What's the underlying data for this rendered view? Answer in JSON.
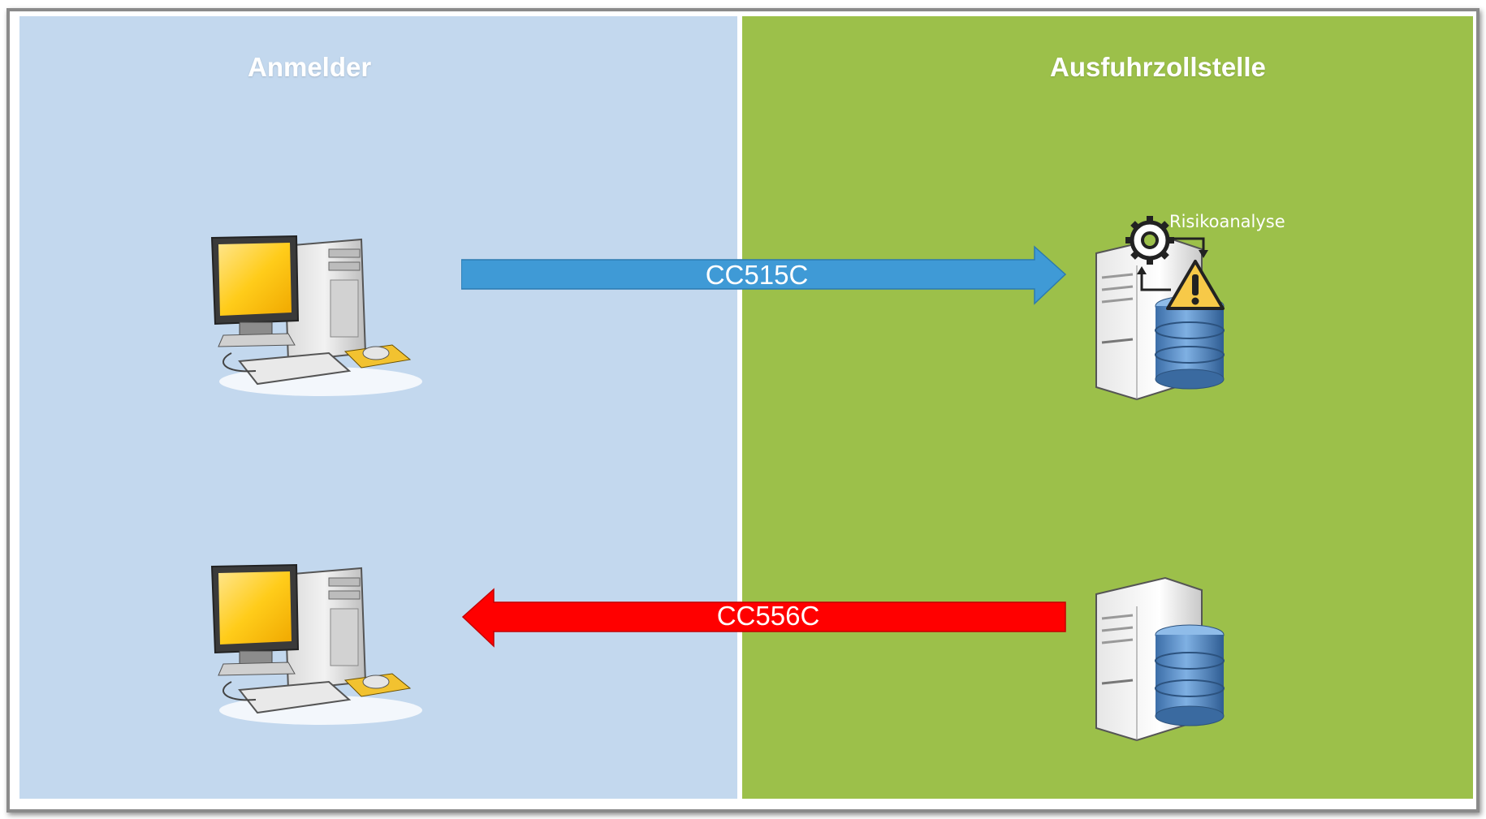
{
  "lanes": {
    "left_title": "Anmelder",
    "right_title": "Ausfuhrzollstelle"
  },
  "messages": [
    {
      "label": "CC515C",
      "direction": "to-right",
      "color": "#3f9ad6"
    },
    {
      "label": "CC556C",
      "direction": "to-left",
      "color": "#ff0000"
    }
  ],
  "annotations": {
    "risk": "Risikoanalyse"
  },
  "colors": {
    "left_lane": "#c3d8ee",
    "right_lane": "#9cc04a"
  },
  "icons": [
    "desktop-computer-icon",
    "server-database-icon",
    "gear-icon",
    "warning-icon"
  ]
}
